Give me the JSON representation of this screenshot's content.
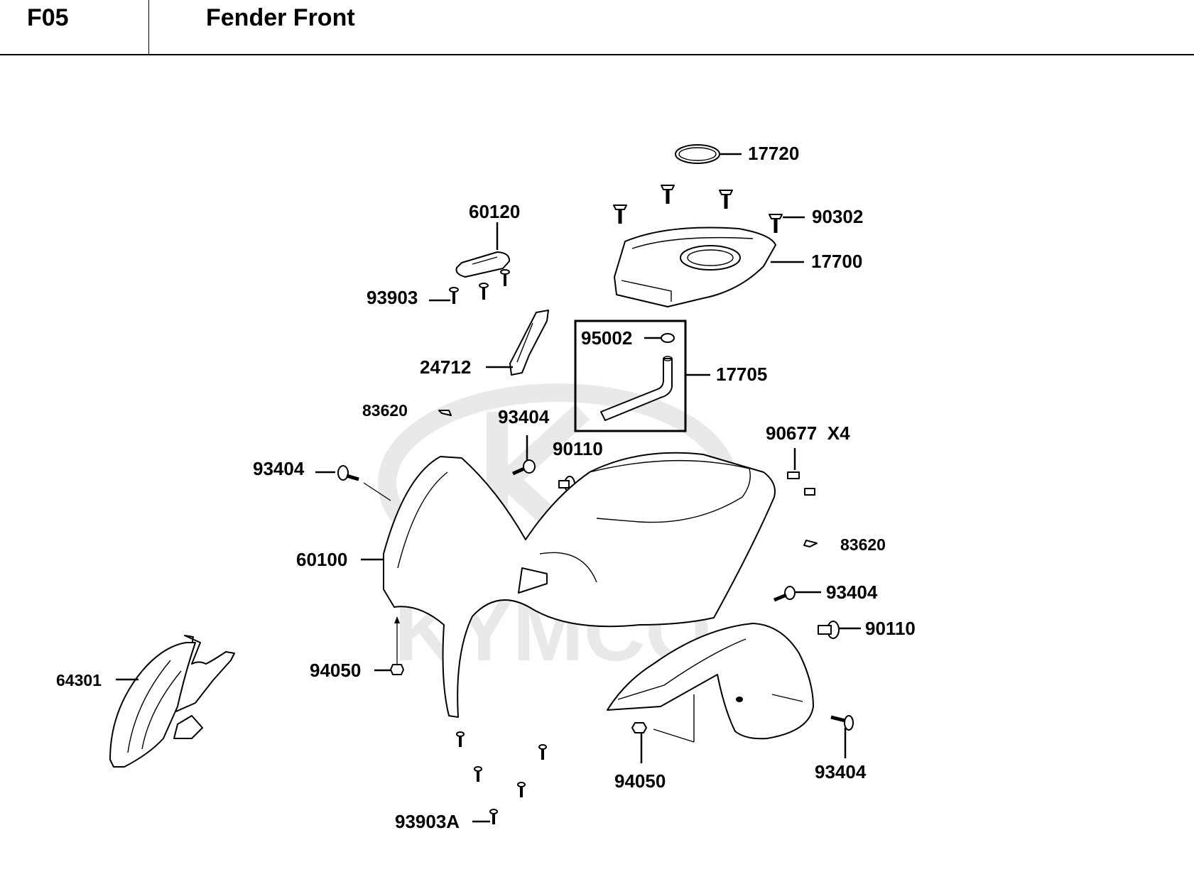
{
  "header": {
    "code": "F05",
    "title": "Fender Front"
  },
  "watermark": {
    "brand": "KYMCO",
    "color": "#d8d8d8"
  },
  "parts": [
    {
      "id": "p17720",
      "label": "17720"
    },
    {
      "id": "p90302",
      "label": "90302"
    },
    {
      "id": "p17700",
      "label": "17700"
    },
    {
      "id": "p60120",
      "label": "60120"
    },
    {
      "id": "p93903",
      "label": "93903"
    },
    {
      "id": "p24712",
      "label": "24712"
    },
    {
      "id": "p95002",
      "label": "95002"
    },
    {
      "id": "p17705",
      "label": "17705"
    },
    {
      "id": "p83620a",
      "label": "83620"
    },
    {
      "id": "p93404a",
      "label": "93404"
    },
    {
      "id": "p93404b",
      "label": "93404"
    },
    {
      "id": "p90110a",
      "label": "90110"
    },
    {
      "id": "p90677",
      "label": "90677  X4"
    },
    {
      "id": "p83620b",
      "label": "83620"
    },
    {
      "id": "p60100",
      "label": "60100"
    },
    {
      "id": "p93404c",
      "label": "93404"
    },
    {
      "id": "p90110b",
      "label": "90110"
    },
    {
      "id": "p64301",
      "label": "64301"
    },
    {
      "id": "p94050a",
      "label": "94050"
    },
    {
      "id": "p94050b",
      "label": "94050"
    },
    {
      "id": "p93404d",
      "label": "93404"
    },
    {
      "id": "p93903A",
      "label": "93903A"
    }
  ]
}
